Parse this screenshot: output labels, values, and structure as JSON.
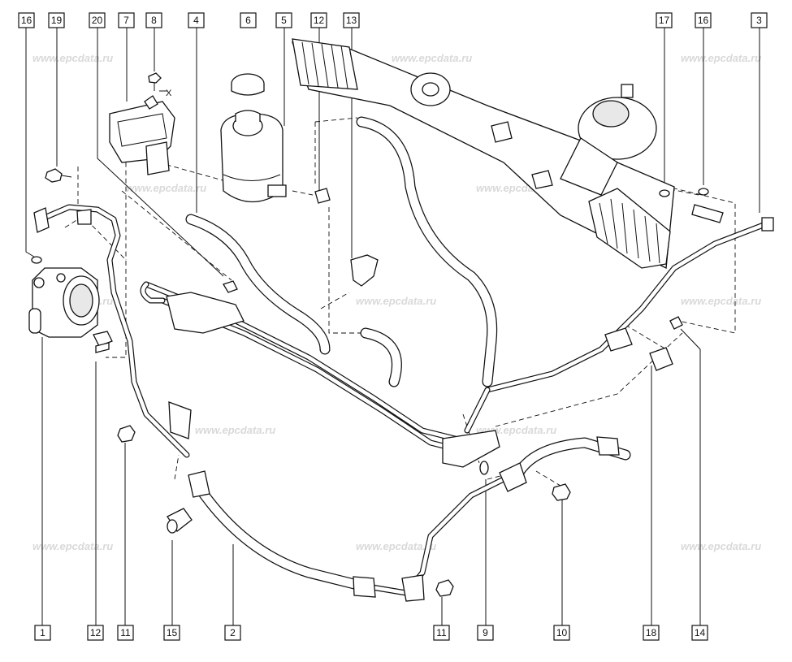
{
  "watermark": "www.epcdata.ru",
  "marker_x": "X",
  "callouts_top": [
    "16",
    "19",
    "20",
    "7",
    "8",
    "4",
    "6",
    "5",
    "12",
    "13",
    "17",
    "16",
    "3"
  ],
  "callouts_bottom": [
    "1",
    "12",
    "11",
    "15",
    "2",
    "11",
    "9",
    "10",
    "18",
    "14"
  ]
}
